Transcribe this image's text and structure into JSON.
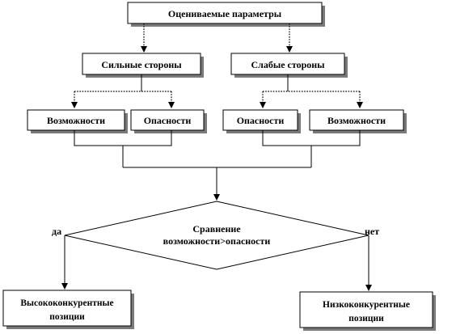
{
  "nodes": {
    "evaluated_params": "Оцениваемые параметры",
    "strengths": "Сильные стороны",
    "weaknesses": "Слабые стороны",
    "strengths_opportunities": "Возможности",
    "strengths_threats": "Опасности",
    "weaknesses_threats": "Опасности",
    "weaknesses_opportunities": "Возможности",
    "decision_line1": "Сравнение",
    "decision_line2": "возможности>опасности",
    "high_line1": "Высококонкурентные",
    "high_line2": "позиции",
    "low_line1": "Низкоконкурентные",
    "low_line2": "позиции"
  },
  "branches": {
    "yes": "да",
    "no": "нет"
  }
}
